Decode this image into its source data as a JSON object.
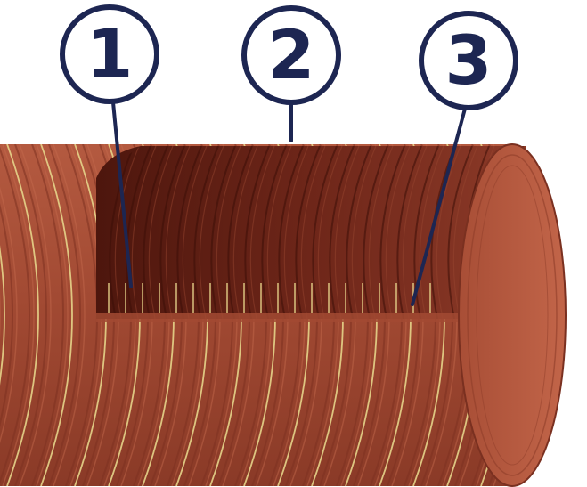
{
  "figure": {
    "subject": "cutaway-duct-hose",
    "colors": {
      "hose_outer": "#a24a33",
      "hose_inner": "#6e2619",
      "wire": "#e6d48a",
      "callout": "#1d2652",
      "background": "#ffffff"
    },
    "callouts": [
      {
        "label": "1"
      },
      {
        "label": "2"
      },
      {
        "label": "3"
      }
    ]
  }
}
